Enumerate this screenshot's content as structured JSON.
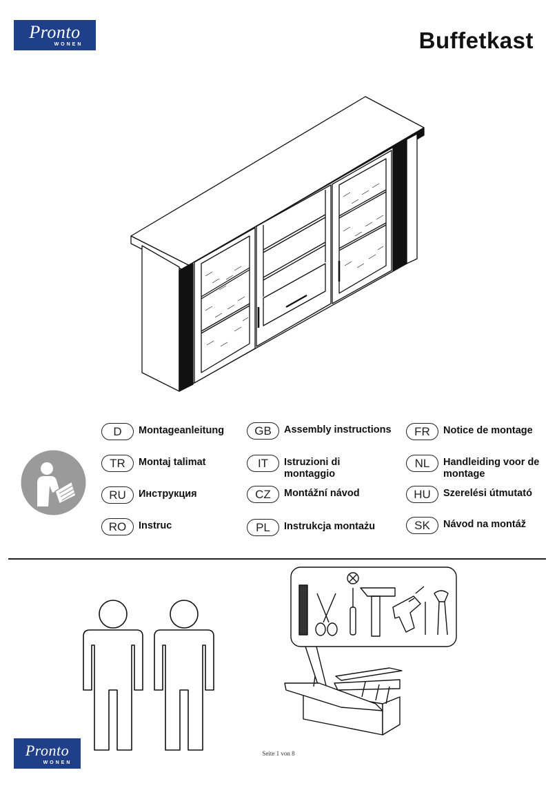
{
  "brand": {
    "name": "Pronto",
    "sub": "WONEN"
  },
  "title": "Buffetkast",
  "languages": [
    {
      "code": "D",
      "label": "Montageanleitung"
    },
    {
      "code": "GB",
      "label": "Assembly instructions"
    },
    {
      "code": "FR",
      "label": "Notice de montage"
    },
    {
      "code": "TR",
      "label": "Montaj talimat"
    },
    {
      "code": "IT",
      "label": "Istruzioni di montaggio"
    },
    {
      "code": "NL",
      "label": "Handleiding voor de montage"
    },
    {
      "code": "RU",
      "label": "Инструкция"
    },
    {
      "code": "CZ",
      "label": "Montážní návod"
    },
    {
      "code": "HU",
      "label": "Szerelési útmutató"
    },
    {
      "code": "RO",
      "label": "Instruc"
    },
    {
      "code": "PL",
      "label": "Instrukcja montażu"
    },
    {
      "code": "SK",
      "label": "Návod na montáž"
    }
  ],
  "footer": {
    "page": "Seite 1 von 8"
  },
  "colors": {
    "brand_blue": "#1f3f8a",
    "icon_gray": "#9a9a9a"
  },
  "icons": [
    "reader-manual-icon",
    "two-persons-icon",
    "toolbox-icon",
    "cross-icon"
  ]
}
